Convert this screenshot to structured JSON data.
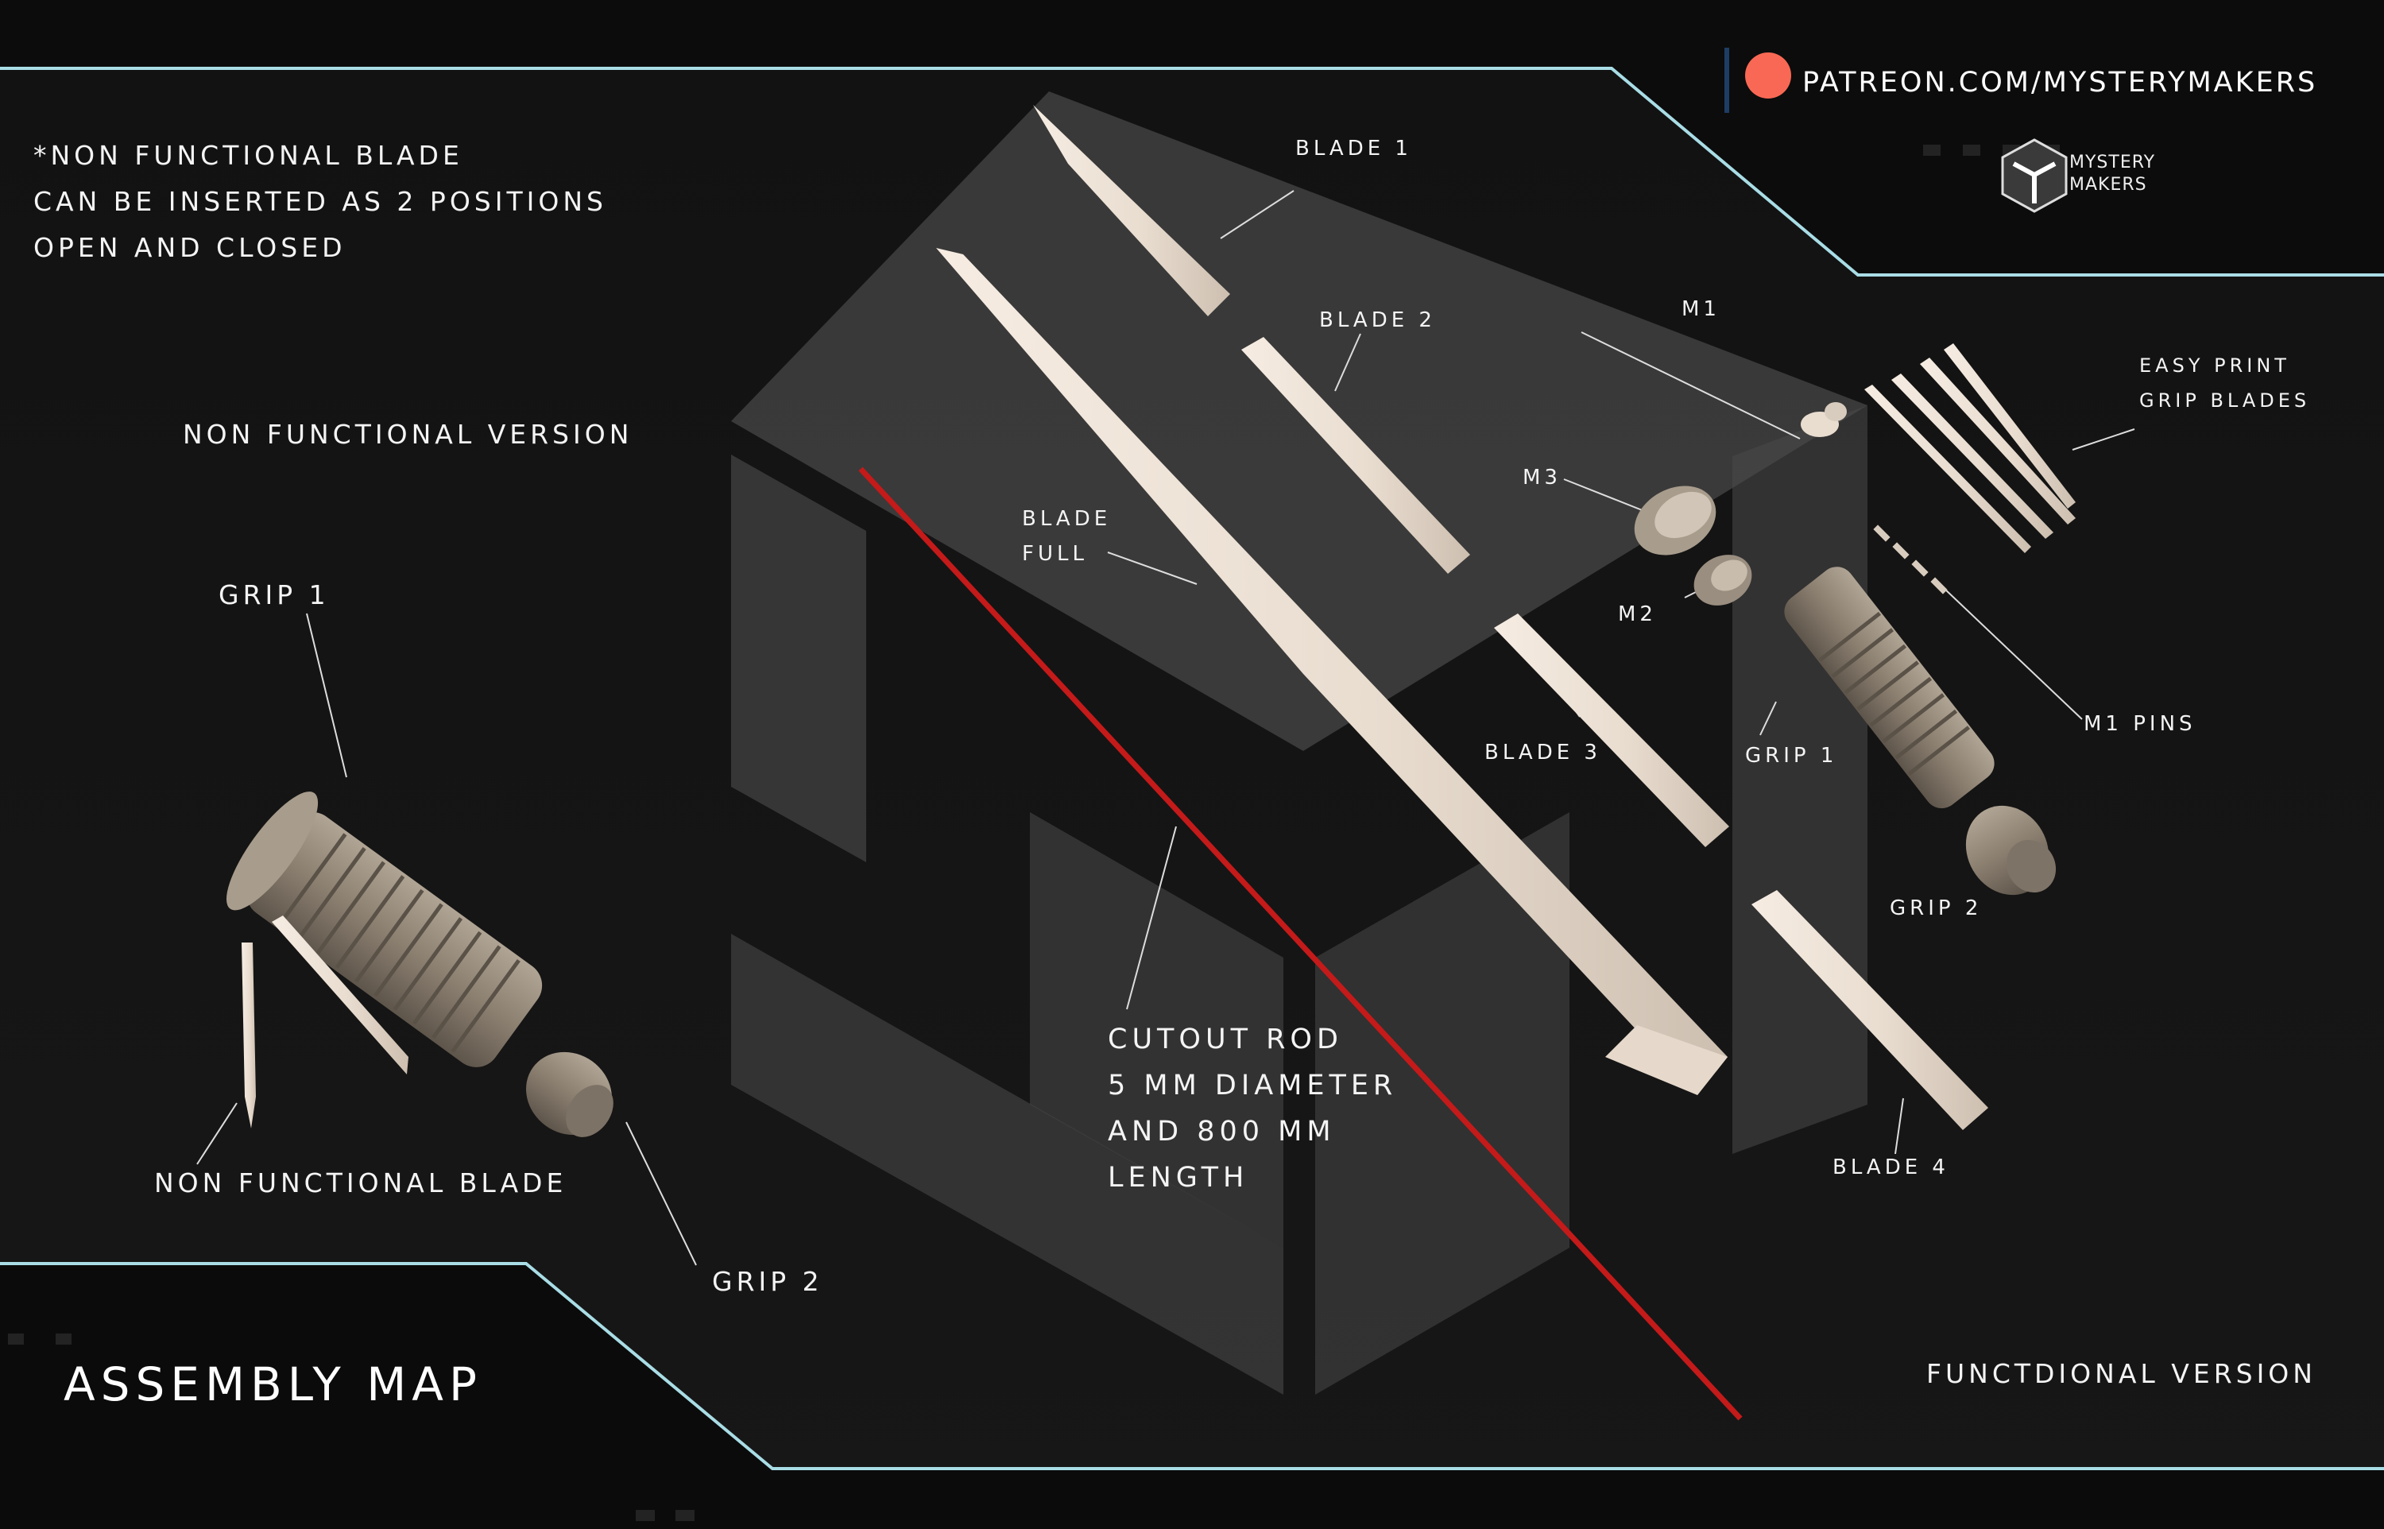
{
  "title": "ASSEMBLY MAP",
  "patreon": {
    "url": "PATREON.COM/MYSTERYMAKERS"
  },
  "brand": {
    "line1": "MYSTERY",
    "line2": "MAKERS"
  },
  "note": [
    "*NON FUNCTIONAL BLADE",
    "CAN BE INSERTED AS 2 POSITIONS",
    "OPEN AND CLOSED"
  ],
  "sections": {
    "non_functional": "NON FUNCTIONAL VERSION",
    "functional": "FUNCTDIONAL VERSION"
  },
  "labels": {
    "grip1_left": "GRIP 1",
    "non_functional_blade": "NON FUNCTIONAL BLADE",
    "grip2_left": "GRIP 2",
    "blade1": "BLADE 1",
    "blade2": "BLADE 2",
    "blade_full_1": "BLADE",
    "blade_full_2": "FULL",
    "blade3": "BLADE 3",
    "blade4": "BLADE 4",
    "m1": "M1",
    "m2": "M2",
    "m3": "M3",
    "grip1_right": "GRIP 1",
    "grip2_right": "GRIP 2",
    "m1_pins": "M1 PINS",
    "easy_print_1": "EASY PRINT",
    "easy_print_2": "GRIP BLADES"
  },
  "rod_note": [
    "CUTOUT ROD",
    "5 MM DIAMETER",
    "AND 800 MM",
    "LENGTH"
  ],
  "colors": {
    "background": "#141414",
    "frame_line": "#9fd6e0",
    "part": "#efe3d6",
    "grip": "#8e8274",
    "rod": "#c01818",
    "patreon": "#f96854"
  }
}
